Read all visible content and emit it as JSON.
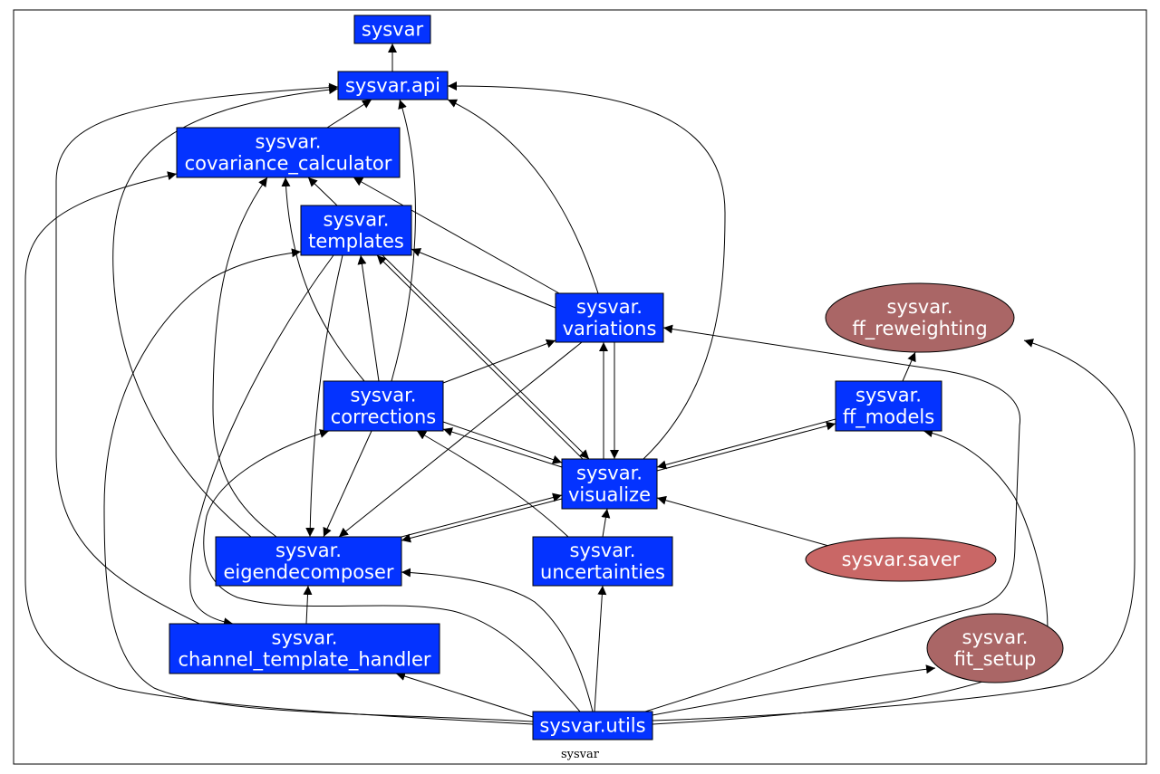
{
  "caption": "sysvar",
  "colors": {
    "module_fill": "#0433ff",
    "module_stroke": "#000000",
    "ellipse_dark": "#aa6666",
    "ellipse_light": "#c96766",
    "label": "#ffffff",
    "edge": "#000000"
  },
  "nodes": {
    "sysvar": {
      "lines": [
        "sysvar"
      ]
    },
    "api": {
      "lines": [
        "sysvar.api"
      ]
    },
    "covariance_calculator": {
      "lines": [
        "sysvar.",
        "covariance_calculator"
      ]
    },
    "templates": {
      "lines": [
        "sysvar.",
        "templates"
      ]
    },
    "variations": {
      "lines": [
        "sysvar.",
        "variations"
      ]
    },
    "ff_reweighting": {
      "lines": [
        "sysvar.",
        "ff_reweighting"
      ]
    },
    "corrections": {
      "lines": [
        "sysvar.",
        "corrections"
      ]
    },
    "ff_models": {
      "lines": [
        "sysvar.",
        "ff_models"
      ]
    },
    "visualize": {
      "lines": [
        "sysvar.",
        "visualize"
      ]
    },
    "eigendecomposer": {
      "lines": [
        "sysvar.",
        "eigendecomposer"
      ]
    },
    "uncertainties": {
      "lines": [
        "sysvar.",
        "uncertainties"
      ]
    },
    "saver": {
      "lines": [
        "sysvar.saver"
      ]
    },
    "channel_template_handler": {
      "lines": [
        "sysvar.",
        "channel_template_handler"
      ]
    },
    "fit_setup": {
      "lines": [
        "sysvar.",
        "fit_setup"
      ]
    },
    "utils": {
      "lines": [
        "sysvar.utils"
      ]
    }
  },
  "edges": [
    {
      "from": "api",
      "to": "sysvar"
    },
    {
      "from": "covariance_calculator",
      "to": "api"
    },
    {
      "from": "templates",
      "to": "covariance_calculator"
    },
    {
      "from": "corrections",
      "to": "covariance_calculator"
    },
    {
      "from": "corrections",
      "to": "templates"
    },
    {
      "from": "corrections",
      "to": "api"
    },
    {
      "from": "corrections",
      "to": "variations"
    },
    {
      "from": "corrections",
      "to": "visualize"
    },
    {
      "from": "corrections",
      "to": "eigendecomposer"
    },
    {
      "from": "variations",
      "to": "templates"
    },
    {
      "from": "variations",
      "to": "covariance_calculator"
    },
    {
      "from": "variations",
      "to": "api"
    },
    {
      "from": "variations",
      "to": "visualize"
    },
    {
      "from": "variations",
      "to": "eigendecomposer"
    },
    {
      "from": "visualize",
      "to": "api"
    },
    {
      "from": "visualize",
      "to": "corrections"
    },
    {
      "from": "visualize",
      "to": "templates"
    },
    {
      "from": "visualize",
      "to": "variations"
    },
    {
      "from": "visualize",
      "to": "ff_models"
    },
    {
      "from": "visualize",
      "to": "eigendecomposer"
    },
    {
      "from": "templates",
      "to": "visualize"
    },
    {
      "from": "templates",
      "to": "eigendecomposer"
    },
    {
      "from": "templates",
      "to": "channel_template_handler"
    },
    {
      "from": "ff_models",
      "to": "ff_reweighting"
    },
    {
      "from": "ff_models",
      "to": "visualize"
    },
    {
      "from": "eigendecomposer",
      "to": "api"
    },
    {
      "from": "eigendecomposer",
      "to": "covariance_calculator"
    },
    {
      "from": "eigendecomposer",
      "to": "visualize"
    },
    {
      "from": "uncertainties",
      "to": "visualize"
    },
    {
      "from": "uncertainties",
      "to": "corrections"
    },
    {
      "from": "saver",
      "to": "visualize"
    },
    {
      "from": "channel_template_handler",
      "to": "eigendecomposer"
    },
    {
      "from": "channel_template_handler",
      "to": "api"
    },
    {
      "from": "utils",
      "to": "channel_template_handler"
    },
    {
      "from": "utils",
      "to": "uncertainties"
    },
    {
      "from": "utils",
      "to": "eigendecomposer"
    },
    {
      "from": "utils",
      "to": "corrections"
    },
    {
      "from": "utils",
      "to": "templates"
    },
    {
      "from": "utils",
      "to": "covariance_calculator"
    },
    {
      "from": "utils",
      "to": "fit_setup"
    },
    {
      "from": "utils",
      "to": "ff_reweighting"
    },
    {
      "from": "utils",
      "to": "variations"
    },
    {
      "from": "utils",
      "to": "ff_models"
    }
  ]
}
